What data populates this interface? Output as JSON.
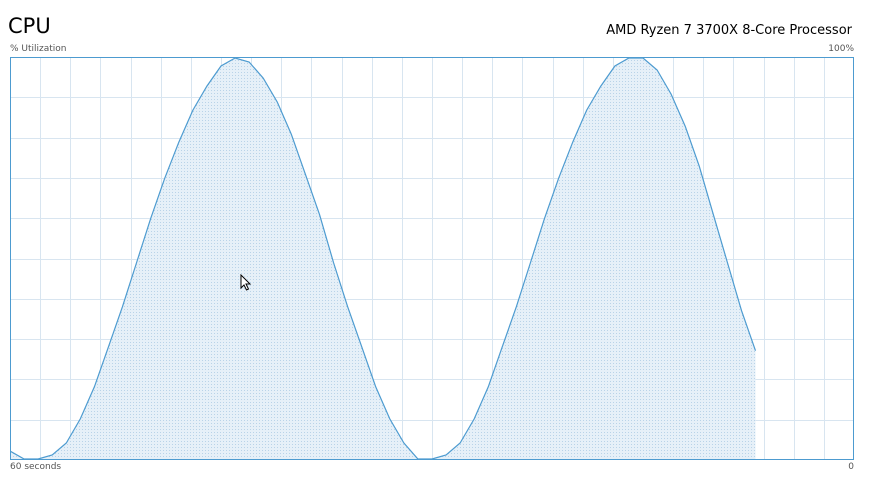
{
  "window": {
    "title": "CPU",
    "processor": "AMD Ryzen 7 3700X 8-Core Processor"
  },
  "chart_data": {
    "type": "area",
    "ylabel": "% Utilization",
    "ymax_label": "100%",
    "xmin_label": "60 seconds",
    "xmax_label": "0",
    "ylim": [
      0,
      100
    ],
    "xlim": [
      60,
      0
    ],
    "x": [
      60,
      59,
      58,
      57,
      56,
      55,
      54,
      53,
      52,
      51,
      50,
      49,
      48,
      47,
      46,
      45,
      44,
      43,
      42,
      41,
      40,
      39,
      38,
      37,
      36,
      35,
      34,
      33,
      32,
      31,
      30,
      29,
      28,
      27,
      26,
      25,
      24,
      23,
      22,
      21,
      20,
      19,
      18,
      17,
      16,
      15,
      14,
      13,
      12,
      11,
      10,
      9,
      8,
      7,
      6,
      5,
      4,
      3,
      2,
      1,
      0
    ],
    "values": [
      2,
      0,
      0,
      1,
      4,
      10,
      18,
      28,
      38,
      49,
      60,
      70,
      79,
      87,
      93,
      98,
      100,
      99,
      95,
      89,
      81,
      71,
      61,
      49,
      38,
      28,
      18,
      10,
      4,
      0,
      0,
      1,
      4,
      10,
      18,
      28,
      38,
      49,
      60,
      70,
      79,
      87,
      93,
      98,
      100,
      100,
      97,
      91,
      83,
      73,
      61,
      49,
      37,
      27
    ],
    "colors": {
      "line": "#4d9bd0",
      "fill": "#dbeaf5",
      "grid": "#d8e5f0",
      "border": "#4d9bd0"
    }
  }
}
